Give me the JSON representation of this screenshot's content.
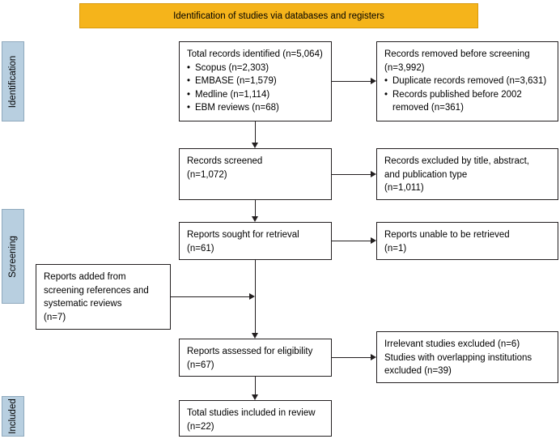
{
  "banner": {
    "label": "Identification of studies via databases and registers"
  },
  "sidebar": {
    "identification": "Identification",
    "screening": "Screening",
    "included": "Included"
  },
  "boxes": {
    "total_records": {
      "title": "Total records identified (n=5,064)",
      "items": [
        "Scopus (n=2,303)",
        "EMBASE (n=1,579)",
        "Medline (n=1,114)",
        "EBM reviews (n=68)"
      ]
    },
    "records_removed": {
      "line1": "Records removed before screening",
      "line2": "(n=3,992)",
      "items": [
        "Duplicate records removed (n=3,631)",
        "Records published before 2002 removed (n=361)"
      ]
    },
    "records_screened": {
      "line1": "Records screened",
      "line2": "(n=1,072)"
    },
    "records_excluded": {
      "line1": "Records excluded by title, abstract,",
      "line2": "and publication type",
      "line3": "(n=1,011)"
    },
    "reports_sought": {
      "line1": "Reports sought for retrieval",
      "line2": "(n=61)"
    },
    "reports_unable": {
      "line1": "Reports unable to be retrieved",
      "line2": "(n=1)"
    },
    "reports_added": {
      "line1": "Reports added from",
      "line2": "screening references and",
      "line3": "systematic reviews",
      "line4": "(n=7)"
    },
    "reports_assessed": {
      "line1": "Reports assessed for eligibility",
      "line2": "(n=67)"
    },
    "studies_excluded": {
      "line1": "Irrelevant studies excluded (n=6)",
      "line2": "Studies with overlapping institutions",
      "line3": "excluded (n=39)"
    },
    "total_included": {
      "line1": "Total studies included in review",
      "line2": "(n=22)"
    }
  },
  "colors": {
    "banner_bg": "#f5b41b",
    "sidebar_bg": "#b8cfe0",
    "stroke": "#231f20"
  }
}
